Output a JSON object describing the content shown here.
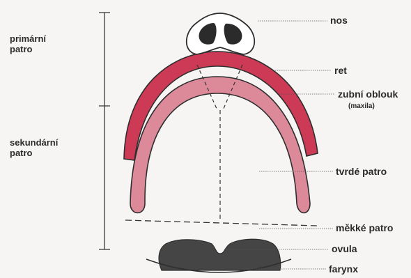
{
  "side_labels": {
    "primary": [
      "primární",
      "patro"
    ],
    "secondary": [
      "sekundární",
      "patro"
    ]
  },
  "labels": {
    "nose": "nos",
    "lip": "ret",
    "dental_arch": "zubní oblouk",
    "dental_arch_sub": "(maxila)",
    "hard_palate": "tvrdé patro",
    "soft_palate": "měkké patro",
    "uvula": "ovula",
    "pharynx": "farynx"
  },
  "colors": {
    "lip": "#cc3a55",
    "arch": "#dc8a9a",
    "dark": "#454545",
    "line": "#3a3a3a"
  }
}
